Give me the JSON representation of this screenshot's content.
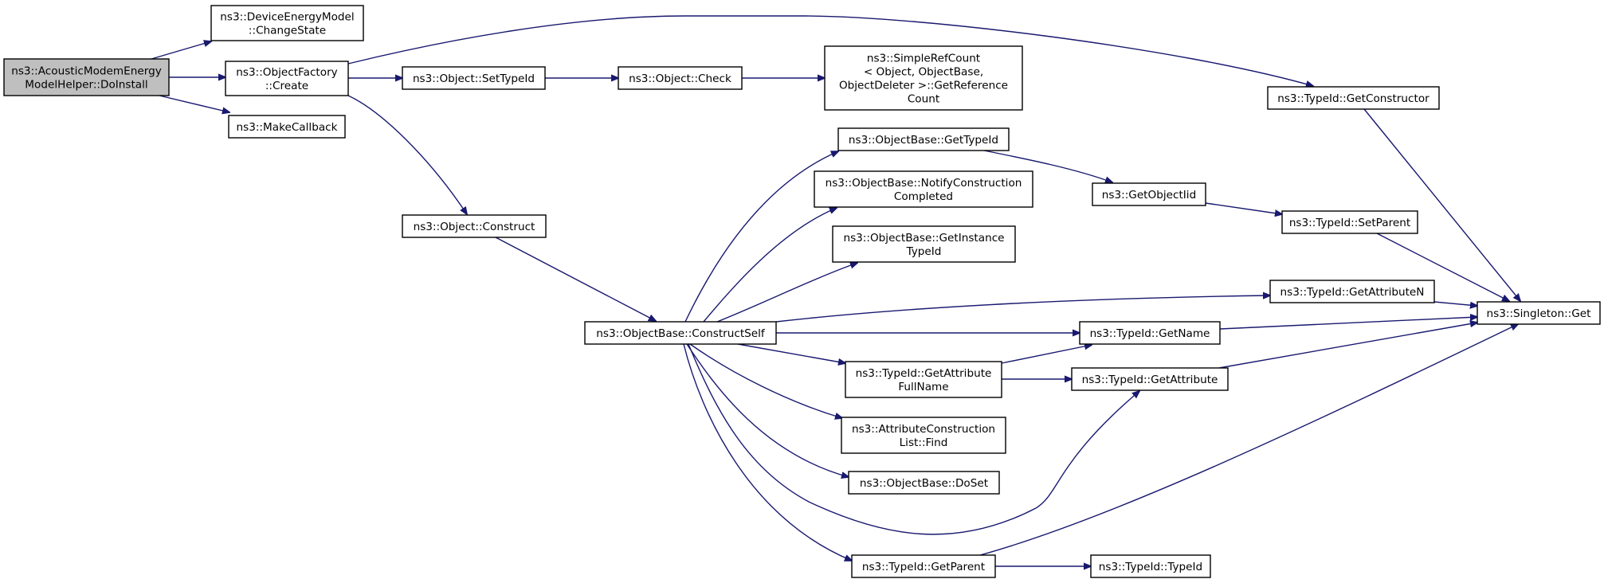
{
  "nodes": [
    {
      "id": "do_install",
      "lines": [
        "ns3::AcousticModemEnergy",
        "ModelHelper::DoInstall"
      ],
      "root": true
    },
    {
      "id": "change_state",
      "lines": [
        "ns3::DeviceEnergyModel",
        "::ChangeState"
      ]
    },
    {
      "id": "factory_create",
      "lines": [
        "ns3::ObjectFactory",
        "::Create"
      ]
    },
    {
      "id": "make_callback",
      "lines": [
        "ns3::MakeCallback"
      ]
    },
    {
      "id": "set_type_id",
      "lines": [
        "ns3::Object::SetTypeId"
      ]
    },
    {
      "id": "object_check",
      "lines": [
        "ns3::Object::Check"
      ]
    },
    {
      "id": "get_reference_count",
      "lines": [
        "ns3::SimpleRefCount",
        "< Object, ObjectBase,",
        " ObjectDeleter >::GetReference",
        "Count"
      ]
    },
    {
      "id": "get_constructor",
      "lines": [
        "ns3::TypeId::GetConstructor"
      ]
    },
    {
      "id": "object_construct",
      "lines": [
        "ns3::Object::Construct"
      ]
    },
    {
      "id": "construct_self",
      "lines": [
        "ns3::ObjectBase::ConstructSelf"
      ]
    },
    {
      "id": "base_get_type_id",
      "lines": [
        "ns3::ObjectBase::GetTypeId"
      ]
    },
    {
      "id": "notify_construction",
      "lines": [
        "ns3::ObjectBase::NotifyConstruction",
        "Completed"
      ]
    },
    {
      "id": "get_instance_type_id",
      "lines": [
        "ns3::ObjectBase::GetInstance",
        "TypeId"
      ]
    },
    {
      "id": "get_object_iid",
      "lines": [
        "ns3::GetObjectIid"
      ]
    },
    {
      "id": "set_parent",
      "lines": [
        "ns3::TypeId::SetParent"
      ]
    },
    {
      "id": "get_attribute_n",
      "lines": [
        "ns3::TypeId::GetAttributeN"
      ]
    },
    {
      "id": "singleton_get",
      "lines": [
        "ns3::Singleton::Get"
      ]
    },
    {
      "id": "get_name",
      "lines": [
        "ns3::TypeId::GetName"
      ]
    },
    {
      "id": "get_attribute_full_name",
      "lines": [
        "ns3::TypeId::GetAttribute",
        "FullName"
      ]
    },
    {
      "id": "get_attribute",
      "lines": [
        "ns3::TypeId::GetAttribute"
      ]
    },
    {
      "id": "construction_list_find",
      "lines": [
        "ns3::AttributeConstruction",
        "List::Find"
      ]
    },
    {
      "id": "do_set",
      "lines": [
        "ns3::ObjectBase::DoSet"
      ]
    },
    {
      "id": "get_parent",
      "lines": [
        "ns3::TypeId::GetParent"
      ]
    },
    {
      "id": "type_id_ctor",
      "lines": [
        "ns3::TypeId::TypeId"
      ]
    }
  ],
  "edges": [
    {
      "from": "do_install",
      "to": "change_state"
    },
    {
      "from": "do_install",
      "to": "factory_create"
    },
    {
      "from": "do_install",
      "to": "make_callback"
    },
    {
      "from": "factory_create",
      "to": "set_type_id"
    },
    {
      "from": "factory_create",
      "to": "get_constructor"
    },
    {
      "from": "factory_create",
      "to": "object_construct"
    },
    {
      "from": "set_type_id",
      "to": "object_check"
    },
    {
      "from": "object_check",
      "to": "get_reference_count"
    },
    {
      "from": "get_constructor",
      "to": "singleton_get"
    },
    {
      "from": "object_construct",
      "to": "construct_self"
    },
    {
      "from": "construct_self",
      "to": "base_get_type_id"
    },
    {
      "from": "construct_self",
      "to": "notify_construction"
    },
    {
      "from": "construct_self",
      "to": "get_instance_type_id"
    },
    {
      "from": "construct_self",
      "to": "get_attribute_n"
    },
    {
      "from": "construct_self",
      "to": "get_name"
    },
    {
      "from": "construct_self",
      "to": "get_attribute_full_name"
    },
    {
      "from": "construct_self",
      "to": "construction_list_find"
    },
    {
      "from": "construct_self",
      "to": "do_set"
    },
    {
      "from": "construct_self",
      "to": "get_attribute"
    },
    {
      "from": "construct_self",
      "to": "get_parent"
    },
    {
      "from": "base_get_type_id",
      "to": "get_object_iid"
    },
    {
      "from": "get_object_iid",
      "to": "set_parent"
    },
    {
      "from": "set_parent",
      "to": "singleton_get"
    },
    {
      "from": "get_attribute_n",
      "to": "singleton_get"
    },
    {
      "from": "get_name",
      "to": "singleton_get"
    },
    {
      "from": "get_attribute",
      "to": "singleton_get"
    },
    {
      "from": "get_attribute_full_name",
      "to": "get_name"
    },
    {
      "from": "get_attribute_full_name",
      "to": "get_attribute"
    },
    {
      "from": "get_parent",
      "to": "singleton_get"
    },
    {
      "from": "get_parent",
      "to": "type_id_ctor"
    }
  ],
  "colors": {
    "edge": "#191970",
    "root_fill": "#bfbfbf",
    "node_fill": "#ffffff",
    "node_stroke": "#000000"
  }
}
